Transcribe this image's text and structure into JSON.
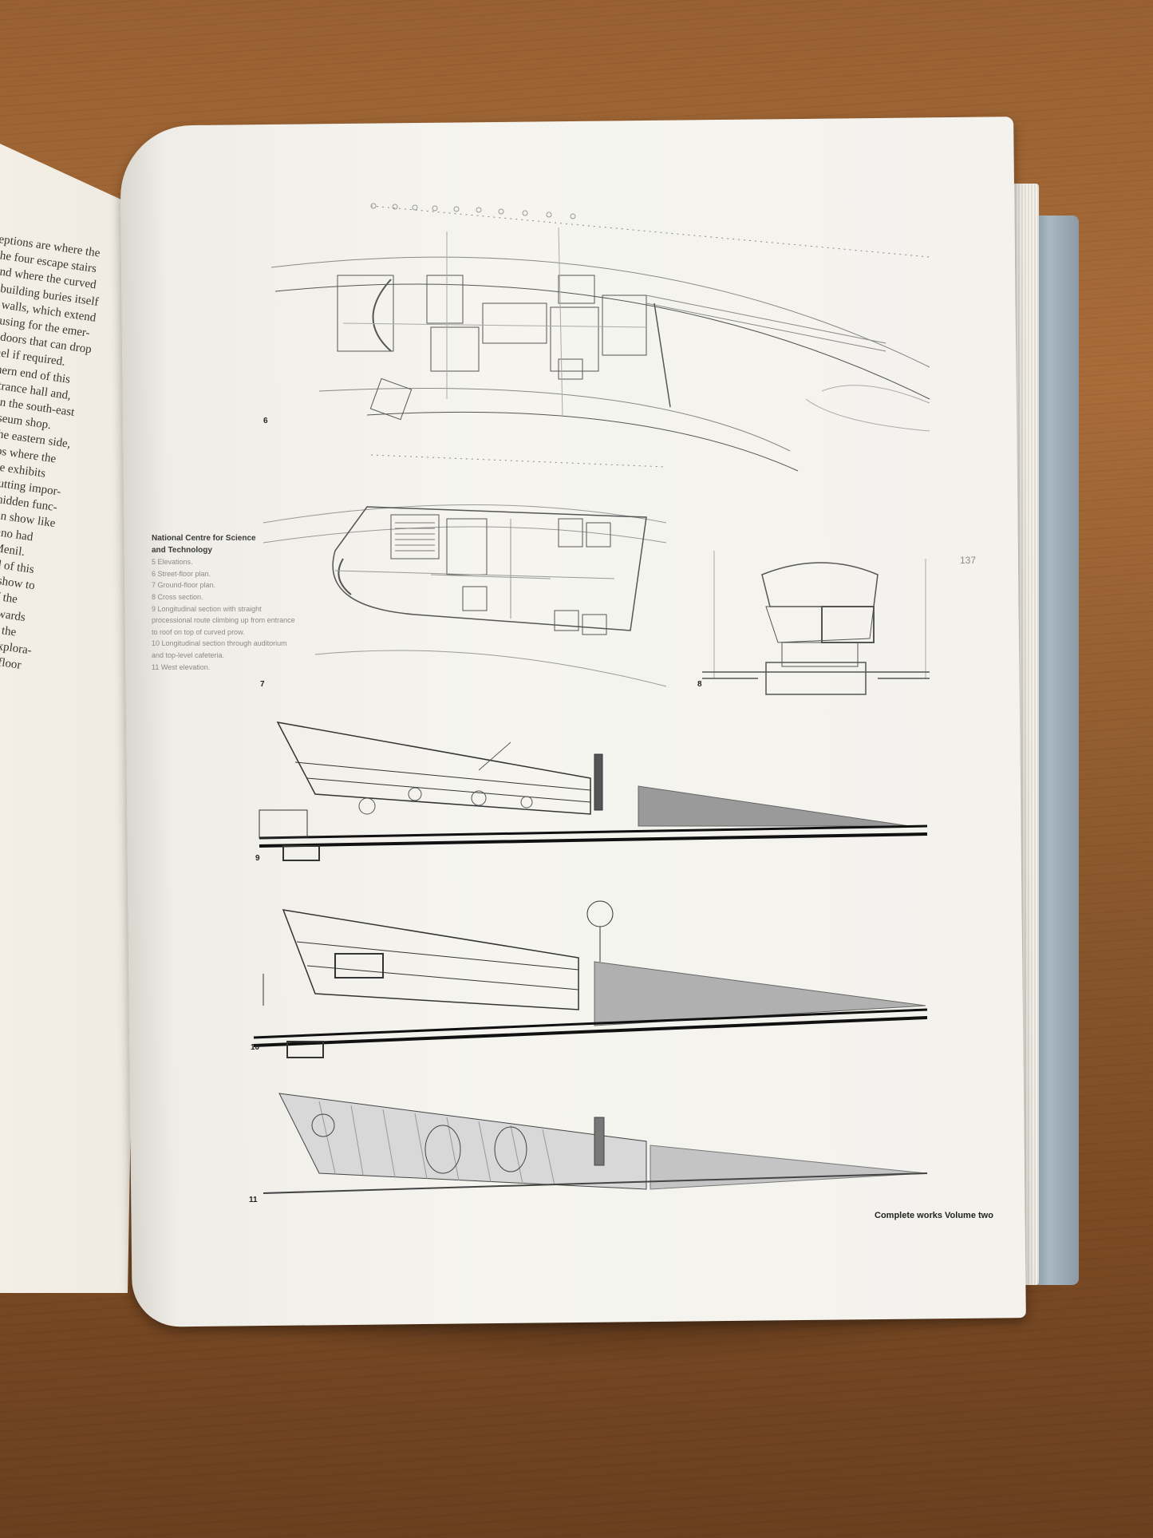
{
  "left_page": {
    "lines": [
      "eptions are where the",
      "the four escape stairs",
      "and where the curved",
      "e building buries itself",
      "te walls, which extend",
      "housing for the emer-",
      "od doors that can drop",
      "unnel if required.",
      "outhern end of this",
      "e entrance hall and,",
      "ff it in the south-east",
      "e museum shop.",
      "s on the eastern side,",
      "rkshops where the",
      "glimpse exhibits",
      "ared. Putting impor-",
      "rmally hidden func-",
      "useum on show like",
      "thing Piano had",
      "e at the Menil.",
      "urved end of this",
      "o also on show to",
      "is a part of the",
      "m, a downwards",
      "ached from the",
      "where the explora-",
      "ts largest in floor"
    ]
  },
  "caption": {
    "title_line1": "National Centre for Science",
    "title_line2": "and Technology",
    "items": [
      "5 Elevations.",
      "6 Street-floor plan.",
      "7 Ground-floor plan.",
      "8 Cross section.",
      "9 Longitudinal section with straight",
      "processional route climbing up from entrance",
      "to roof on top of curved prow.",
      "10 Longitudinal section through auditorium",
      "and top-level cafeteria.",
      "11 West elevation."
    ]
  },
  "figure_numbers": {
    "fig6": "6",
    "fig7": "7",
    "fig8": "8",
    "fig9": "9",
    "fig10": "10",
    "fig11": "11"
  },
  "page_number": "137",
  "footer": "Complete works  Volume two",
  "colors": {
    "wood": "#9a6232",
    "page": "#f3f2ed",
    "cover": "#a9b8c2",
    "ink": "#222222"
  }
}
